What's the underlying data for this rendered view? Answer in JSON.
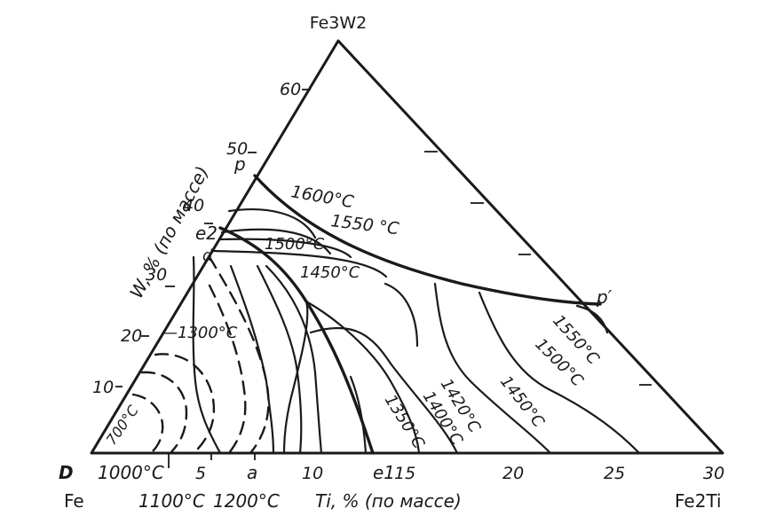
{
  "corners": {
    "top": "Fe3W2",
    "left": "Fe",
    "right": "Fe2Ti"
  },
  "axes": {
    "left_title": "W, % (по массе)",
    "bottom_title": "Ti, % (по массе)",
    "left_ticks": [
      "10",
      "20",
      "30",
      "40",
      "50",
      "60"
    ],
    "bottom_ticks": [
      "5",
      "10",
      "15",
      "20",
      "25",
      "30"
    ]
  },
  "points": {
    "D": "D",
    "p": "p",
    "p_prime": "p′",
    "e2": "e2",
    "d": "d",
    "a": "a",
    "e1": "e1"
  },
  "isotherms": {
    "t1600": "1600°C",
    "t1550_top": "1550 °C",
    "t1500_top": "1500°C",
    "t1450_top": "1450°C",
    "t1300": "—1300°C",
    "t700": "700°C",
    "t1000": "1000°C",
    "t1100": "1100°C",
    "t1200": "1200°C",
    "t1350": "1350°C",
    "t1400": "1400°C",
    "t1420": "1420°C",
    "t1450_right": "1450°C",
    "t1500_right": "1500°C",
    "t1550_right": "1550°C"
  }
}
